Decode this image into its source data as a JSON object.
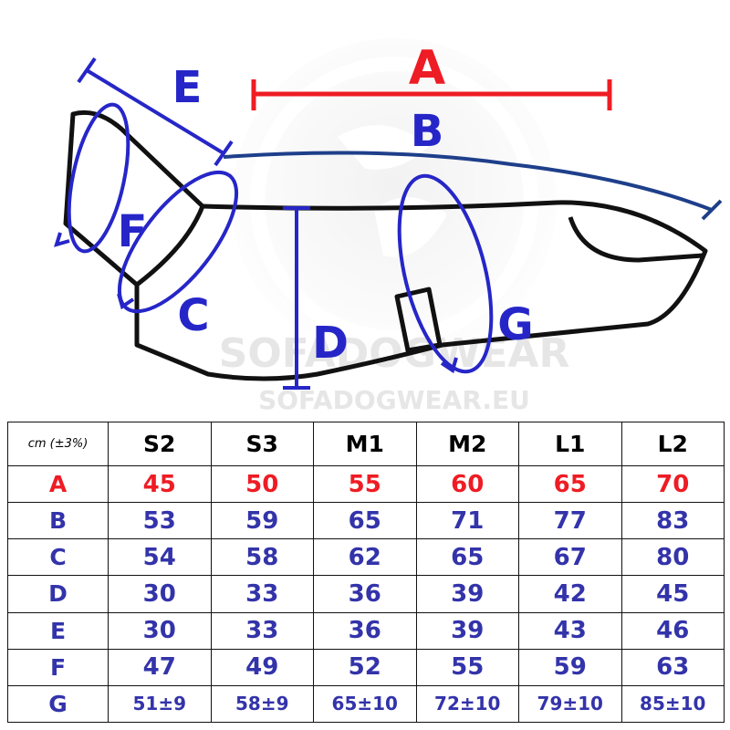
{
  "watermark": {
    "brand": "SOFADOGWEAR",
    "url": "SOFADOGWEAR.EU"
  },
  "diagram_labels": {
    "A": "A",
    "B": "B",
    "C": "C",
    "D": "D",
    "E": "E",
    "F": "F",
    "G": "G"
  },
  "colors": {
    "accent_red": "#ee1c24",
    "blue": "#2626c8",
    "navy": "#1e3f8a",
    "table_blue": "#3333aa",
    "outline": "#111111"
  },
  "table": {
    "unit_label": "cm  (±3%)",
    "sizes": [
      "S2",
      "S3",
      "M1",
      "M2",
      "L1",
      "L2"
    ],
    "rows": [
      {
        "label": "A",
        "values": [
          "45",
          "50",
          "55",
          "60",
          "65",
          "70"
        ]
      },
      {
        "label": "B",
        "values": [
          "53",
          "59",
          "65",
          "71",
          "77",
          "83"
        ]
      },
      {
        "label": "C",
        "values": [
          "54",
          "58",
          "62",
          "65",
          "67",
          "80"
        ]
      },
      {
        "label": "D",
        "values": [
          "30",
          "33",
          "36",
          "39",
          "42",
          "45"
        ]
      },
      {
        "label": "E",
        "values": [
          "30",
          "33",
          "36",
          "39",
          "43",
          "46"
        ]
      },
      {
        "label": "F",
        "values": [
          "47",
          "49",
          "52",
          "55",
          "59",
          "63"
        ]
      },
      {
        "label": "G",
        "values": [
          "51±9",
          "58±9",
          "65±10",
          "72±10",
          "79±10",
          "85±10"
        ]
      }
    ]
  }
}
